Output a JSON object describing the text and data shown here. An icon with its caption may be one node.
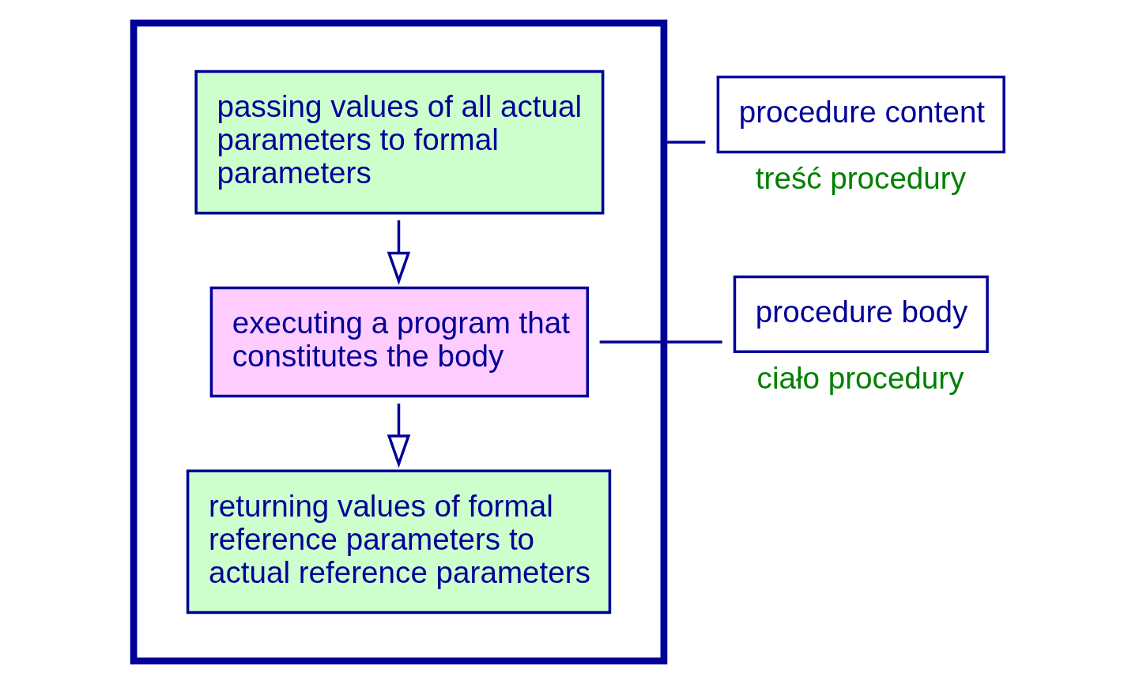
{
  "diagram": {
    "nodes": [
      {
        "text": [],
        "shape": "box"
      },
      {
        "text": [
          "passing values of all actual parameters to formal parameters"
        ],
        "in": 0
      },
      {
        "text": [
          "executing a program that constitutes the body"
        ],
        "in": 0
      },
      {
        "text": [
          "returning values of formal reference parameters to actual reference parameters"
        ],
        "in": 0
      },
      {
        "text": [
          "procedure content"
        ],
        "beside": [
          "treść procedury"
        ]
      },
      {
        "text": [
          "procedure body"
        ],
        "beside": [
          "ciało procedury"
        ]
      }
    ],
    "edges": [
      {
        "from": 1,
        "to": 2,
        "arrow": "to"
      },
      {
        "from": 2,
        "to": 3,
        "arrow": "to"
      },
      {
        "from": 4,
        "to": 0,
        "arrow": "none"
      },
      {
        "from": 5,
        "to": 2,
        "arrow": "none"
      }
    ]
  }
}
